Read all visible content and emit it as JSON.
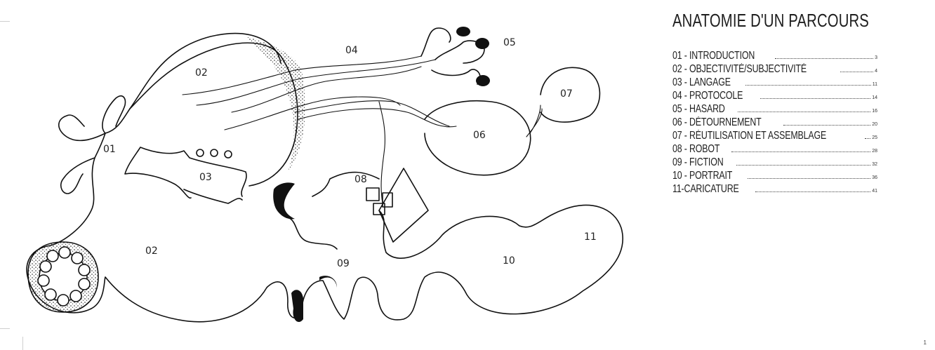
{
  "illustration": {
    "region_labels": [
      "01",
      "02",
      "03",
      "04",
      "05",
      "06",
      "07",
      "08",
      "09",
      "10",
      "11",
      "02"
    ]
  },
  "toc": {
    "title": "ANATOMIE D'UN PARCOURS",
    "entries": [
      {
        "label": "01 - INTRODUCTION",
        "page": "3"
      },
      {
        "label": "02 - OBJECTIVITÉ/SUBJECTIVITÉ",
        "page": "4"
      },
      {
        "label": "03 - LANGAGE",
        "page": "11"
      },
      {
        "label": "04 - PROTOCOLE",
        "page": "14"
      },
      {
        "label": "05 - HASARD",
        "page": "16"
      },
      {
        "label": "06 - DÉTOURNEMENT",
        "page": "20"
      },
      {
        "label": "07 - RÉUTILISATION ET ASSEMBLAGE",
        "page": "25"
      },
      {
        "label": "08 - ROBOT",
        "page": "28"
      },
      {
        "label": "09 - FICTION",
        "page": "32"
      },
      {
        "label": "10 - PORTRAIT",
        "page": "36"
      },
      {
        "label": "11-CARICATURE",
        "page": "41"
      }
    ]
  },
  "page_number": "1"
}
